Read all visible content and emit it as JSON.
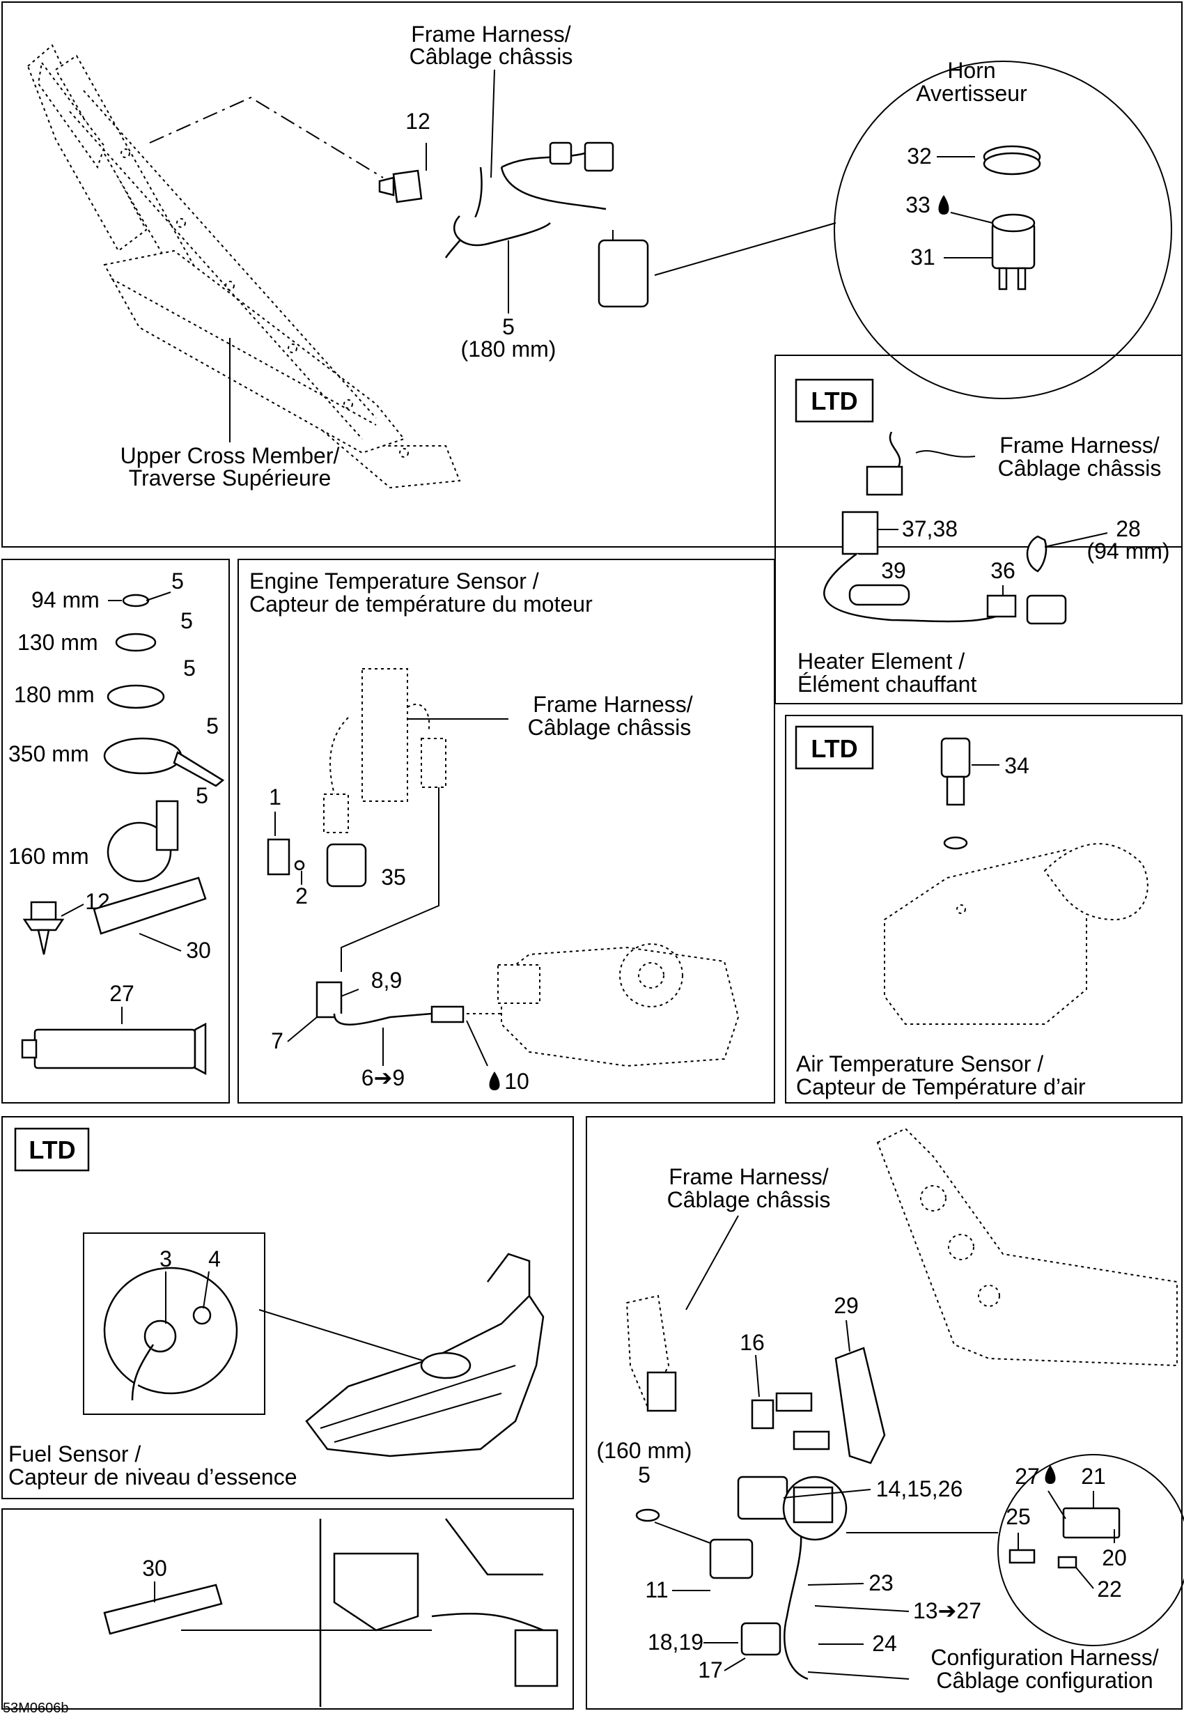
{
  "document_ref": "53M0606b",
  "panels": {
    "frame": {
      "frame_harness": [
        "Frame Harness/",
        "Câblage châssis"
      ],
      "upper_cross_member": [
        "Upper Cross Member/",
        "Traverse Supérieure"
      ],
      "screw_callout": "12",
      "tie_callout": "5",
      "tie_size": "(180 mm)"
    },
    "horn": {
      "title": [
        "Horn",
        "Avertisseur"
      ],
      "callouts": [
        "32",
        "33",
        "31"
      ]
    },
    "heater": {
      "badge": "LTD",
      "frame_harness": [
        "Frame Harness/",
        "Câblage châssis"
      ],
      "caption": [
        "Heater Element /",
        "Élément chauffant"
      ],
      "callouts": {
        "connector": "37,38",
        "tie": "28",
        "tie_size": "(94 mm)",
        "element": "39",
        "pad": "36"
      }
    },
    "ties": {
      "items": [
        {
          "size": "94 mm",
          "callout": "5"
        },
        {
          "size": "130 mm",
          "callout": "5"
        },
        {
          "size": "180 mm",
          "callout": "5"
        },
        {
          "size": "350 mm",
          "callout": "5"
        },
        {
          "size": "160 mm",
          "callout": "5"
        }
      ],
      "screw_callout": "12",
      "edge_callout": "30",
      "tube_callout": "27"
    },
    "engine_temp": {
      "title": [
        "Engine Temperature Sensor /",
        "Capteur de température du moteur"
      ],
      "frame_harness": [
        "Frame Harness/",
        "Câblage châssis"
      ],
      "callouts": {
        "clip": "1",
        "screw": "2",
        "connector": "35",
        "conn": "8,9",
        "harness": "7",
        "range": "6➔9",
        "sensor": "10"
      }
    },
    "air_temp": {
      "badge": "LTD",
      "callout": "34",
      "caption": [
        "Air Temperature Sensor /",
        "Capteur de Température d’air"
      ]
    },
    "fuel": {
      "badge": "LTD",
      "callouts": [
        "3",
        "4"
      ],
      "caption": [
        "Fuel Sensor /",
        "Capteur de niveau d’essence"
      ]
    },
    "edge": {
      "callout": "30"
    },
    "config": {
      "frame_harness": [
        "Frame Harness/",
        "Câblage châssis"
      ],
      "callouts": {
        "bracket": "29",
        "clip": "16",
        "tie_size": "(160 mm)",
        "tie": "5",
        "relay_set": "14,15,26",
        "relay": "11",
        "cable": "23",
        "range": "13➔27",
        "plug": "18,19",
        "socket": "17",
        "harness": "24",
        "fuse_box": "21",
        "grease": "27",
        "fuse": "25",
        "base": "20",
        "cover": "22"
      },
      "caption": [
        "Configuration Harness/",
        "Câblage configuration"
      ]
    }
  }
}
